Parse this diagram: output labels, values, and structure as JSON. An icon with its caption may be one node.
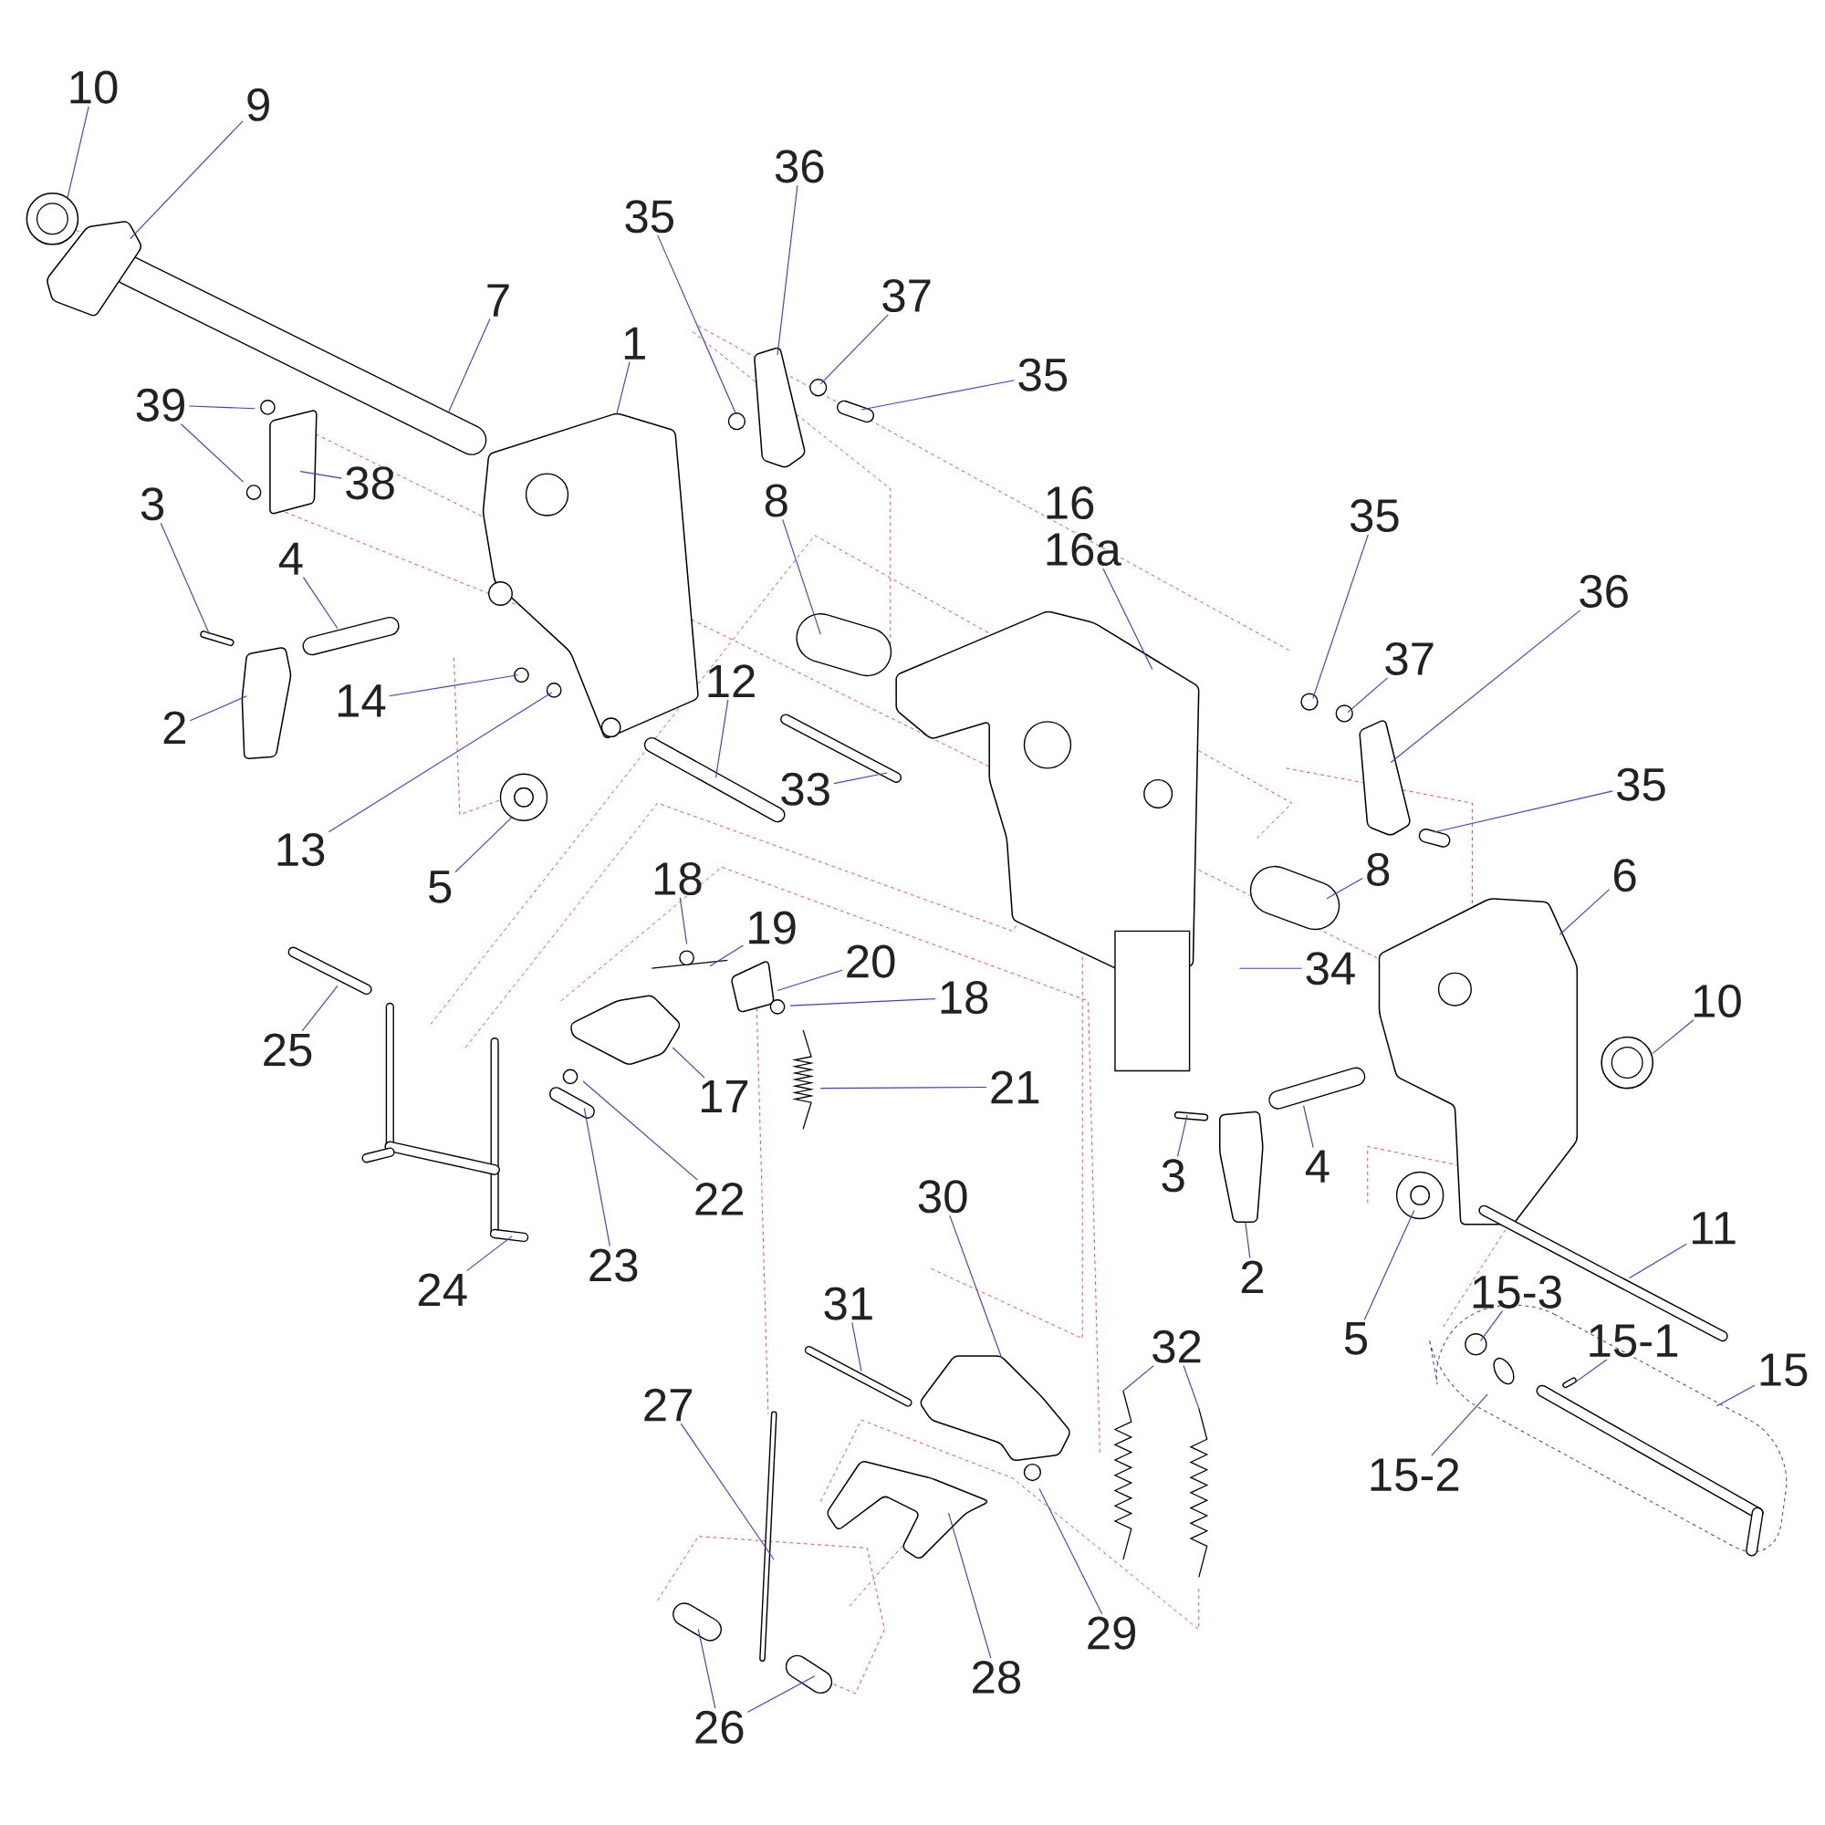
{
  "diagram": {
    "nodes": [
      {
        "text": [
          "10"
        ]
      },
      {
        "text": [
          "9"
        ]
      },
      {
        "text": [
          "7"
        ]
      },
      {
        "text": [
          "1"
        ]
      },
      {
        "text": [
          "39"
        ]
      },
      {
        "text": [
          "38"
        ]
      },
      {
        "text": [
          "3"
        ]
      },
      {
        "text": [
          "4"
        ]
      },
      {
        "text": [
          "2"
        ]
      },
      {
        "text": [
          "14"
        ]
      },
      {
        "text": [
          "13"
        ]
      },
      {
        "text": [
          "5"
        ]
      },
      {
        "text": [
          "35"
        ]
      },
      {
        "text": [
          "36"
        ]
      },
      {
        "text": [
          "37"
        ]
      },
      {
        "text": [
          "35"
        ]
      },
      {
        "text": [
          "8"
        ]
      },
      {
        "text": [
          "16",
          "16a"
        ]
      },
      {
        "text": [
          "35"
        ]
      },
      {
        "text": [
          "37"
        ]
      },
      {
        "text": [
          "36"
        ]
      },
      {
        "text": [
          "35"
        ]
      },
      {
        "text": [
          "12"
        ]
      },
      {
        "text": [
          "33"
        ]
      },
      {
        "text": [
          "8"
        ]
      },
      {
        "text": [
          "6"
        ]
      },
      {
        "text": [
          "18"
        ]
      },
      {
        "text": [
          "19"
        ]
      },
      {
        "text": [
          "20"
        ]
      },
      {
        "text": [
          "18"
        ]
      },
      {
        "text": [
          "34"
        ]
      },
      {
        "text": [
          "10"
        ]
      },
      {
        "text": [
          "25"
        ]
      },
      {
        "text": [
          "17"
        ]
      },
      {
        "text": [
          "21"
        ]
      },
      {
        "text": [
          "22"
        ]
      },
      {
        "text": [
          "23"
        ]
      },
      {
        "text": [
          "24"
        ]
      },
      {
        "text": [
          "3"
        ]
      },
      {
        "text": [
          "4"
        ]
      },
      {
        "text": [
          "2"
        ]
      },
      {
        "text": [
          "5"
        ]
      },
      {
        "text": [
          "11"
        ]
      },
      {
        "text": [
          "30"
        ]
      },
      {
        "text": [
          "31"
        ]
      },
      {
        "text": [
          "15-3"
        ]
      },
      {
        "text": [
          "15-1"
        ]
      },
      {
        "text": [
          "15"
        ]
      },
      {
        "text": [
          "32"
        ]
      },
      {
        "text": [
          "27"
        ]
      },
      {
        "text": [
          "15-2"
        ]
      },
      {
        "text": [
          "29"
        ]
      },
      {
        "text": [
          "28"
        ]
      },
      {
        "text": [
          "26"
        ]
      }
    ],
    "edges": [
      {
        "from": 0,
        "to": null,
        "arrow": "none"
      },
      {
        "from": 1,
        "to": null,
        "arrow": "none"
      },
      {
        "from": 2,
        "to": null,
        "arrow": "none"
      },
      {
        "from": 3,
        "to": null,
        "arrow": "none"
      },
      {
        "from": 4,
        "to": null,
        "arrow": "none"
      },
      {
        "from": 4,
        "to": null,
        "arrow": "none"
      },
      {
        "from": 5,
        "to": null,
        "arrow": "none"
      },
      {
        "from": 6,
        "to": null,
        "arrow": "none"
      },
      {
        "from": 7,
        "to": null,
        "arrow": "none"
      },
      {
        "from": 8,
        "to": null,
        "arrow": "none"
      },
      {
        "from": 9,
        "to": null,
        "arrow": "none"
      },
      {
        "from": 10,
        "to": null,
        "arrow": "none"
      },
      {
        "from": 11,
        "to": null,
        "arrow": "none"
      },
      {
        "from": 12,
        "to": null,
        "arrow": "none"
      },
      {
        "from": 13,
        "to": null,
        "arrow": "none"
      },
      {
        "from": 14,
        "to": null,
        "arrow": "none"
      },
      {
        "from": 15,
        "to": null,
        "arrow": "none"
      },
      {
        "from": 16,
        "to": null,
        "arrow": "none"
      },
      {
        "from": 17,
        "to": null,
        "arrow": "none"
      },
      {
        "from": 18,
        "to": null,
        "arrow": "none"
      },
      {
        "from": 19,
        "to": null,
        "arrow": "none"
      },
      {
        "from": 20,
        "to": null,
        "arrow": "none"
      },
      {
        "from": 21,
        "to": null,
        "arrow": "none"
      },
      {
        "from": 22,
        "to": null,
        "arrow": "none"
      },
      {
        "from": 23,
        "to": null,
        "arrow": "none"
      },
      {
        "from": 24,
        "to": null,
        "arrow": "none"
      },
      {
        "from": 25,
        "to": null,
        "arrow": "none"
      },
      {
        "from": 26,
        "to": null,
        "arrow": "none"
      },
      {
        "from": 27,
        "to": null,
        "arrow": "none"
      },
      {
        "from": 28,
        "to": null,
        "arrow": "none"
      },
      {
        "from": 29,
        "to": null,
        "arrow": "none"
      },
      {
        "from": 30,
        "to": null,
        "arrow": "none"
      },
      {
        "from": 31,
        "to": null,
        "arrow": "none"
      },
      {
        "from": 32,
        "to": null,
        "arrow": "none"
      },
      {
        "from": 33,
        "to": null,
        "arrow": "none"
      },
      {
        "from": 34,
        "to": null,
        "arrow": "none"
      },
      {
        "from": 35,
        "to": null,
        "arrow": "none"
      },
      {
        "from": 36,
        "to": null,
        "arrow": "none"
      },
      {
        "from": 37,
        "to": null,
        "arrow": "none"
      },
      {
        "from": 38,
        "to": null,
        "arrow": "none"
      },
      {
        "from": 39,
        "to": null,
        "arrow": "none"
      },
      {
        "from": 40,
        "to": null,
        "arrow": "none"
      },
      {
        "from": 41,
        "to": null,
        "arrow": "none"
      },
      {
        "from": 42,
        "to": null,
        "arrow": "none"
      },
      {
        "from": 43,
        "to": null,
        "arrow": "none"
      },
      {
        "from": 44,
        "to": null,
        "arrow": "none"
      },
      {
        "from": 45,
        "to": null,
        "arrow": "none"
      },
      {
        "from": 46,
        "to": null,
        "arrow": "none"
      },
      {
        "from": 47,
        "to": null,
        "arrow": "none"
      },
      {
        "from": 48,
        "to": null,
        "arrow": "none"
      },
      {
        "from": 48,
        "to": null,
        "arrow": "none"
      },
      {
        "from": 49,
        "to": null,
        "arrow": "none"
      },
      {
        "from": 50,
        "to": null,
        "arrow": "none"
      },
      {
        "from": 51,
        "to": null,
        "arrow": "none"
      },
      {
        "from": 52,
        "to": null,
        "arrow": "none"
      },
      {
        "from": 53,
        "to": null,
        "arrow": "none"
      },
      {
        "from": 53,
        "to": null,
        "arrow": "none"
      }
    ]
  }
}
